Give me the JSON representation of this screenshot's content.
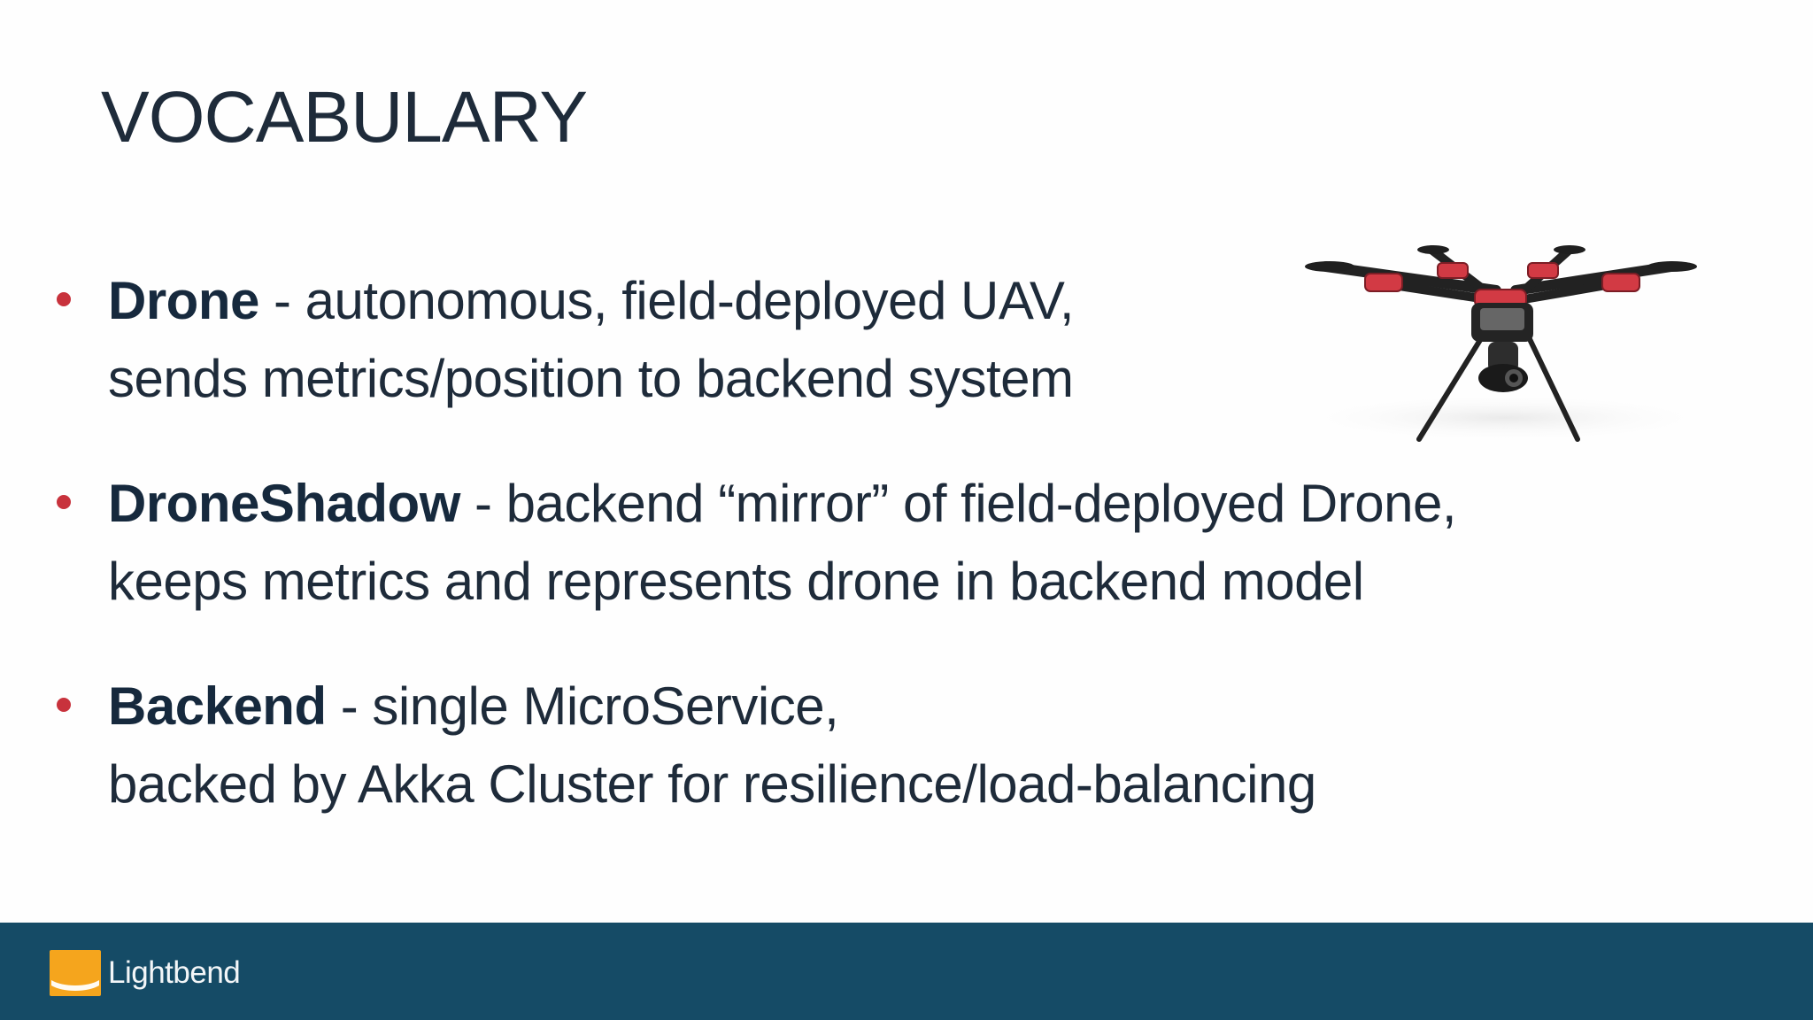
{
  "slide": {
    "title": "VOCABULARY",
    "bullets": [
      {
        "term": "Drone",
        "line1": " - autonomous, field-deployed UAV,",
        "line2": "sends metrics/position to backend system"
      },
      {
        "term": "DroneShadow",
        "line1": " - backend “mirror” of field-deployed Drone,",
        "line2": "keeps metrics and represents drone in backend model"
      },
      {
        "term": "Backend",
        "line1": " - single MicroService,",
        "line2": "backed by Akka Cluster for resilience/load-balancing"
      }
    ],
    "image": {
      "icon": "drone-image"
    }
  },
  "footer": {
    "logo_text": "Lightbend",
    "logo_icon": "lightbend-logo-icon"
  },
  "colors": {
    "title_text": "#1e2b3a",
    "bullet_dot": "#c8323c",
    "footer_background": "#154b66",
    "logo_orange": "#f5a51d"
  }
}
